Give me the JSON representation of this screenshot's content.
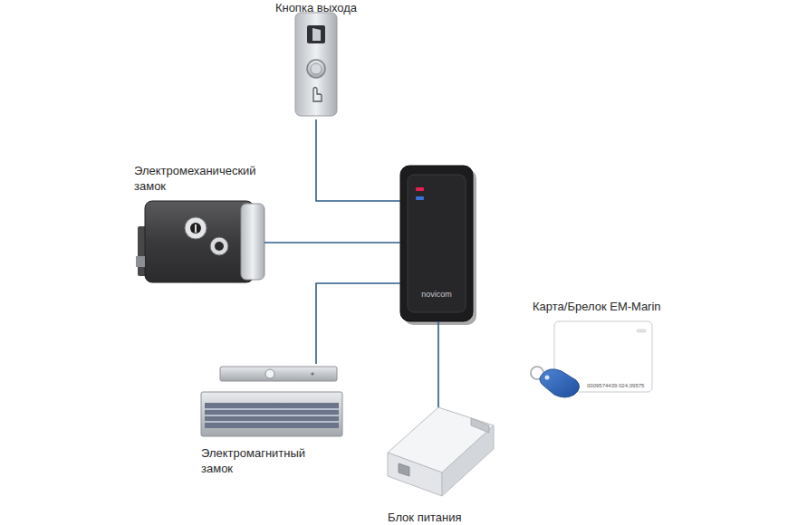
{
  "diagram": {
    "nodes": [
      {
        "text": [
          "Кнопка выхода"
        ]
      },
      {
        "text": [
          "Электромеханический замок"
        ]
      },
      {
        "text": [
          "novicom"
        ]
      },
      {
        "text": [
          "Карта/Брелок EM-Marin",
          "0009574439 024,09575"
        ]
      },
      {
        "text": [
          "Электромагнитный замок"
        ]
      },
      {
        "text": [
          "Блок питания"
        ]
      }
    ],
    "edges": [
      {
        "from": 0,
        "to": 2,
        "arrow": "none"
      },
      {
        "from": 1,
        "to": 2,
        "arrow": "none"
      },
      {
        "from": 4,
        "to": 2,
        "arrow": "none"
      },
      {
        "from": 5,
        "to": 2,
        "arrow": "none"
      }
    ]
  }
}
